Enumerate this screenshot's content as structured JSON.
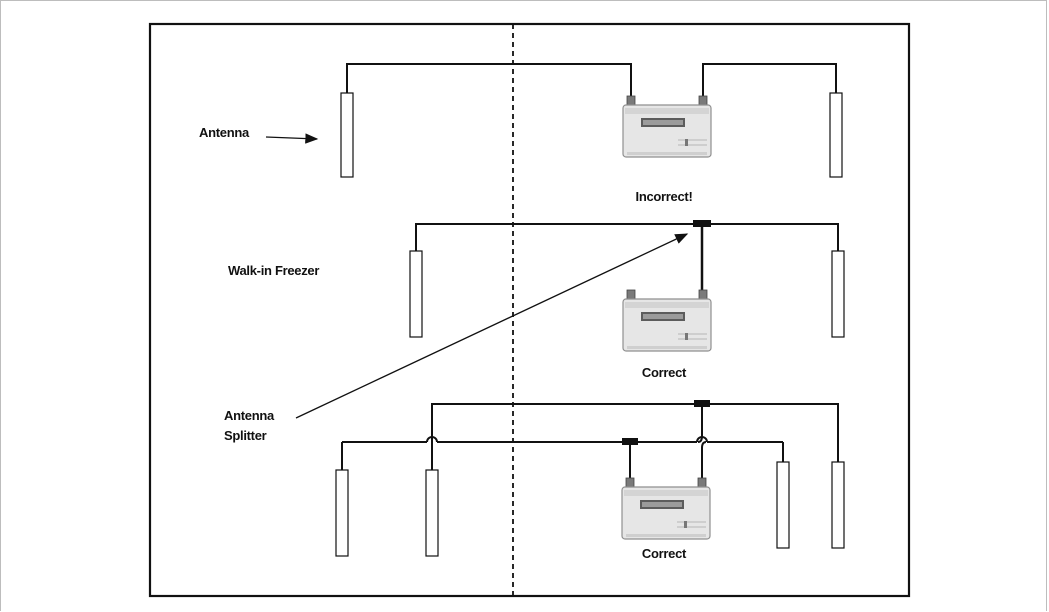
{
  "labels": {
    "antenna": "Antenna",
    "incorrect": "Incorrect!",
    "walk_in_freezer": "Walk-in Freezer",
    "correct_1": "Correct",
    "antenna_splitter_line1": "Antenna",
    "antenna_splitter_line2": "Splitter",
    "correct_2": "Correct"
  },
  "colors": {
    "line": "#111111",
    "receiver_body": "#e8e8e8",
    "receiver_edge": "#9a9a9a",
    "connector": "#7a7a7a"
  },
  "icons": [
    "antenna-icon",
    "receiver-icon",
    "splitter-icon",
    "arrow-icon"
  ]
}
